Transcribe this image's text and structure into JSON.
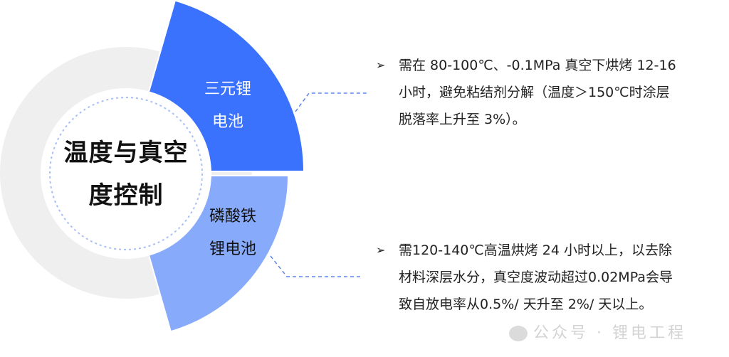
{
  "center": {
    "title_lines": [
      "温度与真空",
      "度控制"
    ]
  },
  "segments": [
    {
      "label_lines": [
        "三元锂",
        "电池"
      ],
      "color": "#3a72fe"
    },
    {
      "label_lines": [
        "磷酸铁",
        "锂电池"
      ],
      "color": "#88aafb"
    }
  ],
  "notes": [
    {
      "bullet": "➢",
      "lines": [
        "需在 80-100℃、-0.1MPa 真空下烘烤 12-16",
        "小时，避免粘结剂分解（温度＞150℃时涂层",
        "脱落率上升至 3%）。"
      ]
    },
    {
      "bullet": "➢",
      "lines": [
        "需120-140℃高温烘烤 24 小时以上，以去除",
        "材料深层水分，真空度波动超过0.02MPa会导",
        "致自放电率从0.5%/ 天升至 2%/ 天以上。"
      ]
    }
  ],
  "watermark": "公众号 · 锂电工程",
  "colors": {
    "ring": "#efefef",
    "dash": "#a9c0f7",
    "connector": "#5b86ea"
  }
}
